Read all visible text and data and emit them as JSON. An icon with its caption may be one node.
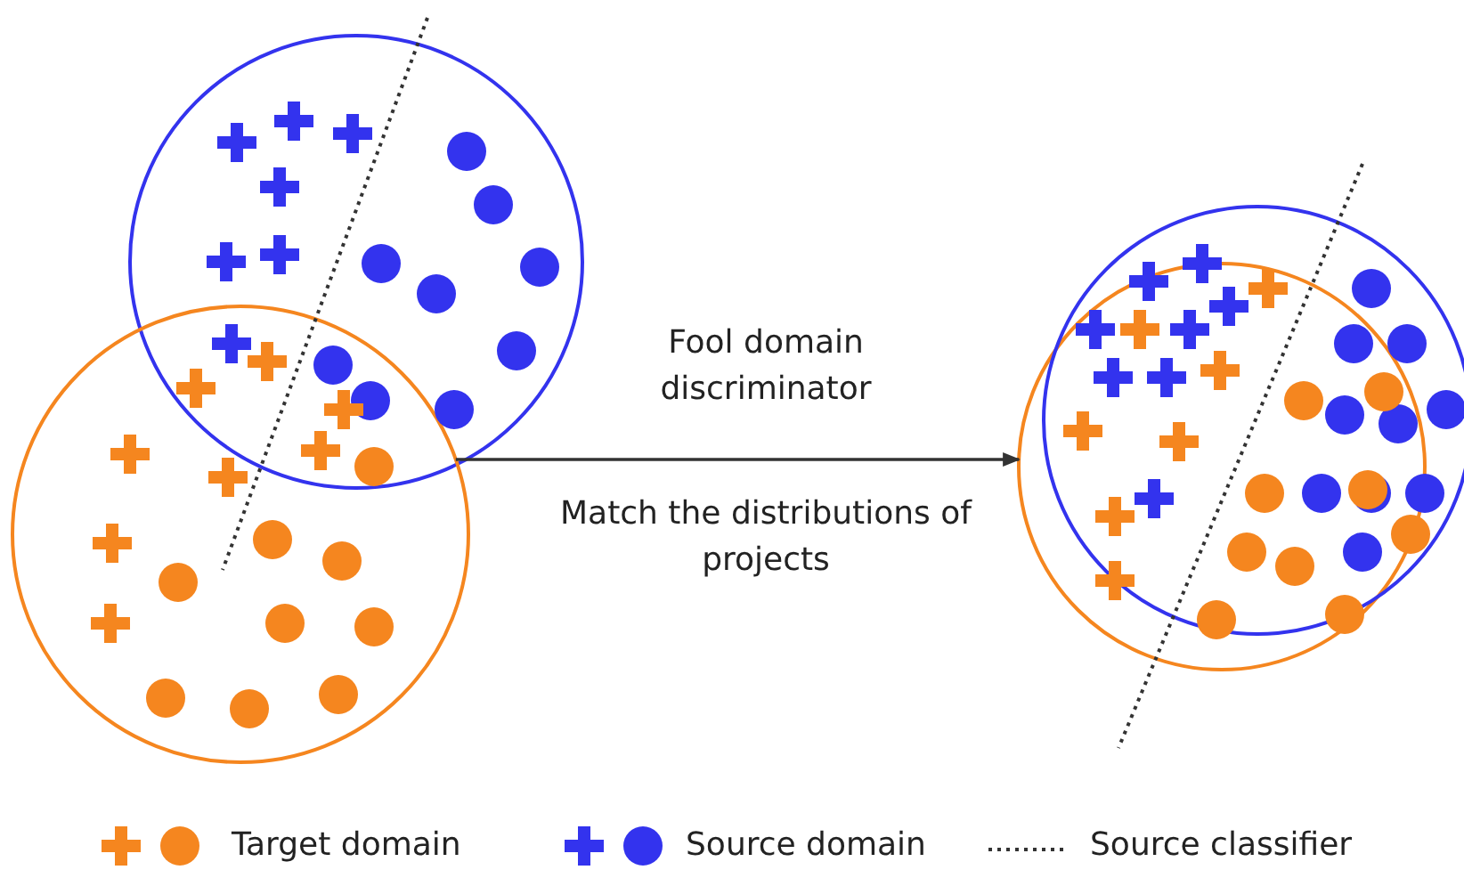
{
  "diagram": {
    "nodes": [
      {
        "text": [],
        "shape": "circle"
      },
      {
        "text": [],
        "shape": "circle"
      },
      {
        "text": [],
        "shape": "circle"
      },
      {
        "text": [],
        "shape": "circle"
      }
    ],
    "edges": [
      {
        "from": 1,
        "to": 2,
        "arrow": "to",
        "label": "Fool domain discriminator"
      }
    ],
    "labels": [
      "Match the distributions of projects"
    ],
    "legend": [
      {
        "text": "Target domain",
        "color": "#f5861f"
      },
      {
        "text": "Source domain",
        "color": "#3333ee"
      },
      {
        "text": "Source classifier"
      }
    ]
  }
}
